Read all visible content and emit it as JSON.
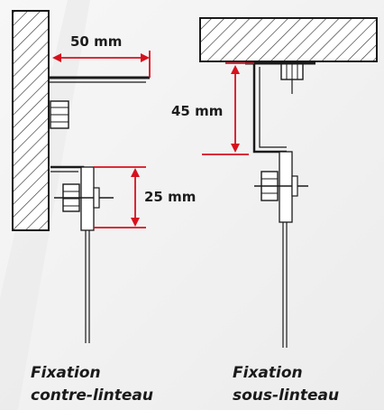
{
  "dimensions": {
    "top_width": "50 mm",
    "bolt_spacing": "25 mm",
    "drop_height": "45 mm"
  },
  "captions": {
    "left": {
      "line1": "Fixation",
      "line2": "contre-linteau"
    },
    "right": {
      "line1": "Fixation",
      "line2": "sous-linteau"
    }
  },
  "colors": {
    "dimension_lines": "#d8101e",
    "drawing": "#1a1a1a",
    "hatch_fill": "#ffffff",
    "background": "#f7f7f7"
  }
}
